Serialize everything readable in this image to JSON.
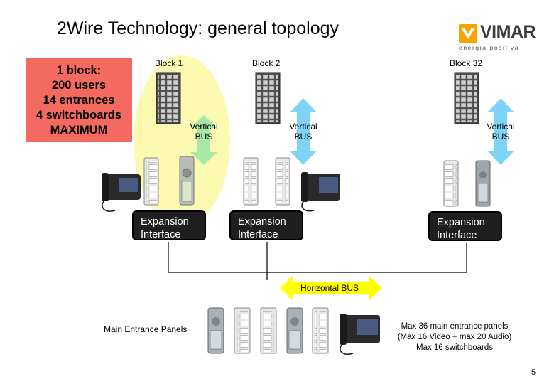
{
  "title": "2Wire Technology: general topology",
  "logo": {
    "name": "VIMAR",
    "tagline": "energia positiva",
    "color": "#f5a400"
  },
  "max_box": {
    "lines": [
      "1 block:",
      "200 users",
      "14 entrances",
      "4 switchboards",
      "MAXIMUM"
    ],
    "color": "#f46a60"
  },
  "blocks": [
    {
      "label": "Block 1",
      "bus_label": [
        "Vertical",
        "BUS"
      ],
      "bus_color": "#a8e8a6",
      "interface": [
        "Expansion",
        "Interface"
      ]
    },
    {
      "label": "Block 2",
      "bus_label": [
        "Vertical",
        "BUS"
      ],
      "bus_color": "#7fd3f7",
      "interface": [
        "Expansion",
        "Interface"
      ]
    },
    {
      "label": "Block 32",
      "bus_label": [
        "Vertical",
        "BUS"
      ],
      "bus_color": "#7fd3f7",
      "interface": [
        "Expansion",
        "Interface"
      ]
    }
  ],
  "horizontal_bus": {
    "label": "Horizontal BUS",
    "color": "#ffff00"
  },
  "main_entrance_label": "Main Entrance Panels",
  "limits_note": [
    "Max 36 main entrance panels",
    "(Max 16 Video + max 20 Audio)",
    "Max 16 switchboards"
  ],
  "page_number": "5"
}
